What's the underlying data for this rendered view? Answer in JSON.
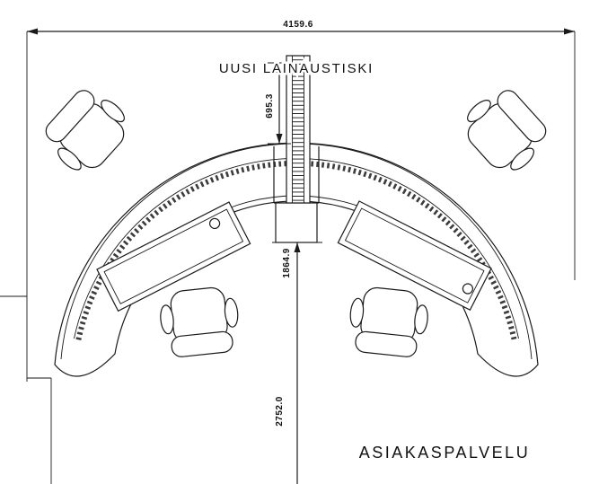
{
  "drawing": {
    "title": "UUSI LAINAUSTISKI",
    "area_label": "ASIAKASPALVELU",
    "dimensions": {
      "overall_width": "4159.6",
      "counter_offset": "695.3",
      "inner_depth": "1864.9",
      "overall_depth": "2752.0"
    },
    "colors": {
      "line": "#1a1a1a",
      "background": "#ffffff"
    }
  }
}
